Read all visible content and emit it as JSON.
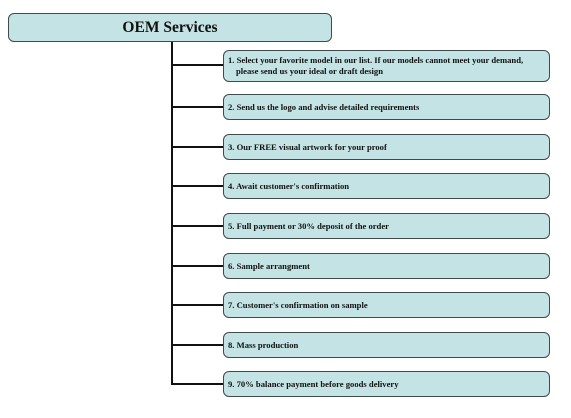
{
  "title": "OEM Services",
  "steps": [
    {
      "label": "1. Select your favorite model in our list. If our models cannot meet your demand,",
      "label2": "please send us your ideal or draft design"
    },
    {
      "label": "2. Send us the logo and advise detailed requirements"
    },
    {
      "label": "3. Our FREE visual artwork for your proof"
    },
    {
      "label": "4. Await customer's confirmation"
    },
    {
      "label": "5. Full payment or 30% deposit of the order"
    },
    {
      "label": "6. Sample arrangment"
    },
    {
      "label": "7. Customer's confirmation on sample"
    },
    {
      "label": "8. Mass production"
    },
    {
      "label": "9. 70% balance payment before goods delivery"
    }
  ],
  "colors": {
    "box_fill": "#c4e3e5",
    "box_border": "#3f4a4c",
    "connector": "#111111"
  }
}
